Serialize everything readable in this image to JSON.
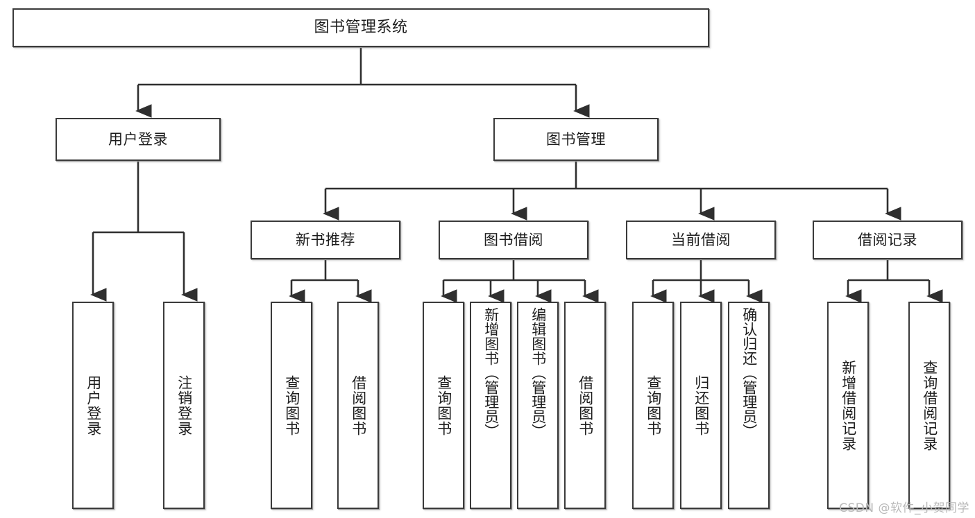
{
  "diagram": {
    "type": "tree",
    "title": "图书管理系统",
    "orientation": "top-down",
    "colors": {
      "node_border": "#3a3a3a",
      "node_fill": "#ffffff",
      "connector": "#2f2f2f",
      "watermark": "#b9b9b9",
      "background": "#ffffff"
    },
    "root": {
      "label": "图书管理系统"
    },
    "level2": [
      {
        "label": "用户登录"
      },
      {
        "label": "图书管理"
      }
    ],
    "level3": [
      {
        "label": "新书推荐"
      },
      {
        "label": "图书借阅"
      },
      {
        "label": "当前借阅"
      },
      {
        "label": "借阅记录"
      }
    ],
    "leaves": {
      "user_login": [
        {
          "label": "用户登录"
        },
        {
          "label": "注销登录"
        }
      ],
      "new_book_recommend": [
        {
          "label": "查询图书"
        },
        {
          "label": "借阅图书"
        }
      ],
      "book_borrow": [
        {
          "label": "查询图书"
        },
        {
          "label": "新增图书（管理员）"
        },
        {
          "label": "编辑图书（管理员）"
        },
        {
          "label": "借阅图书"
        }
      ],
      "current_borrow": [
        {
          "label": "查询图书"
        },
        {
          "label": "归还图书"
        },
        {
          "label": "确认归还（管理员）"
        }
      ],
      "borrow_record": [
        {
          "label": "新增借阅记录"
        },
        {
          "label": "查询借阅记录"
        }
      ]
    }
  },
  "watermark": {
    "text": "CSDN @软件_小贺同学"
  }
}
